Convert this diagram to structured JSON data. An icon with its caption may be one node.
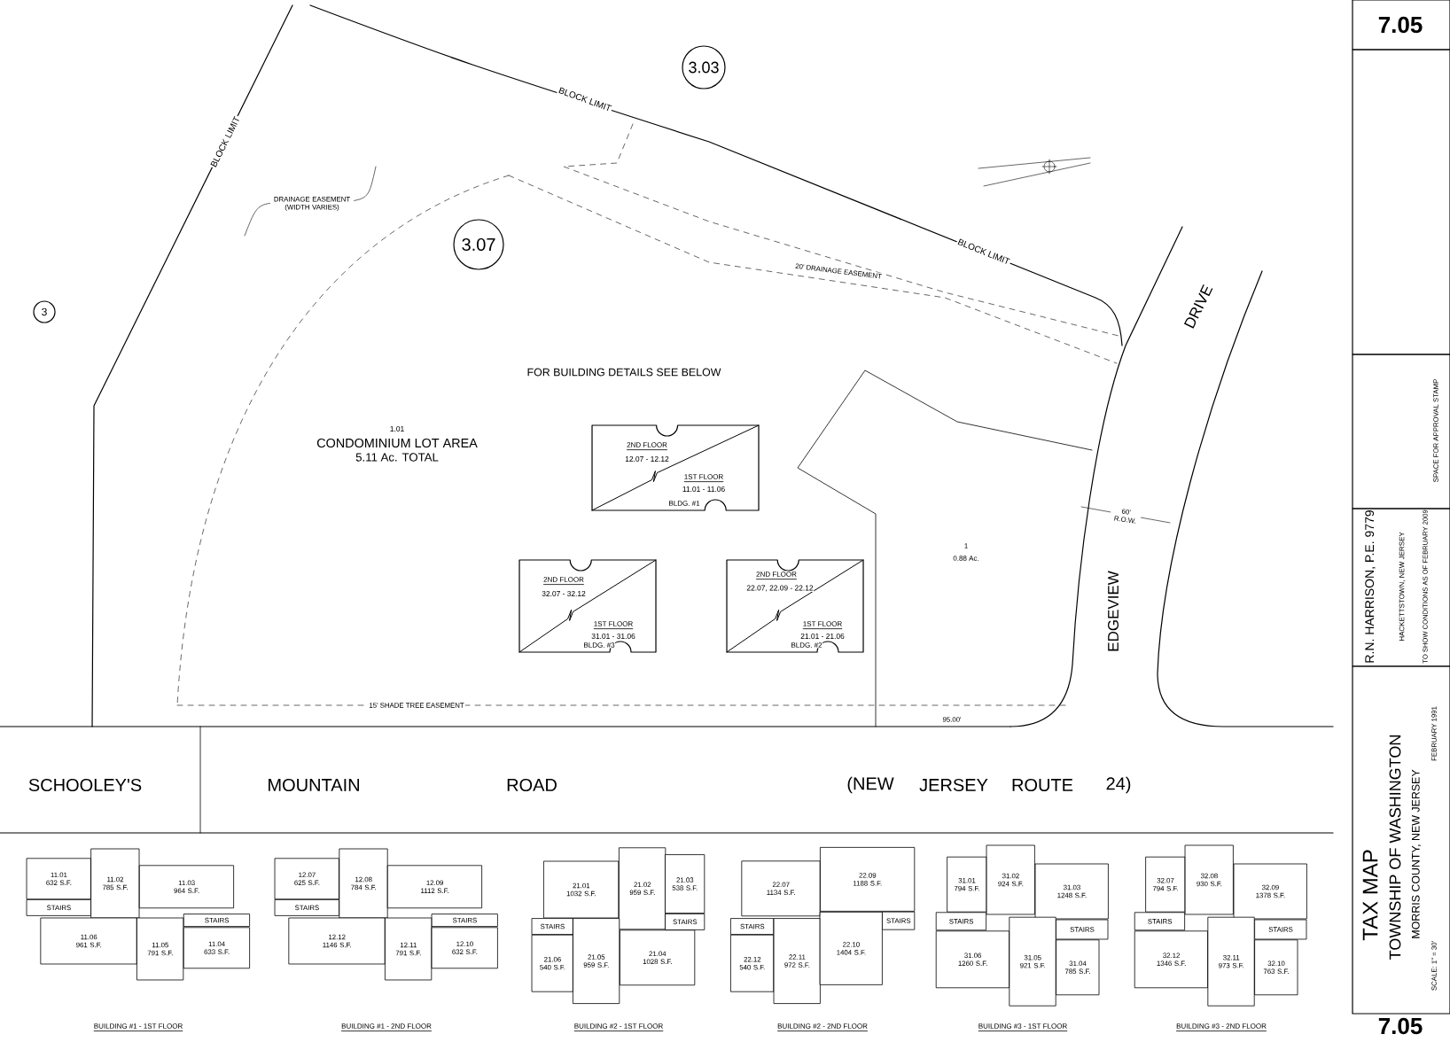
{
  "diagram": {
    "nodes": [
      {
        "text": [
          "3.03"
        ]
      },
      {
        "text": [
          "3.07"
        ]
      },
      {
        "text": [
          "3"
        ]
      },
      {
        "text": [
          "2ND FLOOR",
          "12.07 - 12.12",
          "1ST FLOOR",
          "11.01 - 11.06",
          "BLDG. #1"
        ]
      },
      {
        "text": [
          "2ND FLOOR",
          "32.07 - 32.12",
          "1ST FLOOR",
          "31.01 - 31.06",
          "BLDG. #3"
        ]
      },
      {
        "text": [
          "2ND FLOOR",
          "22.07, 22.09 - 22.12",
          "1ST FLOOR",
          "21.01 - 21.06",
          "BLDG. #2"
        ]
      },
      {
        "text": [
          "11.01 632 S.F."
        ]
      },
      {
        "text": [
          "11.02 785 S.F."
        ]
      },
      {
        "text": [
          "11.03 964 S.F."
        ]
      },
      {
        "text": [
          "STAIRS"
        ]
      },
      {
        "text": [
          "STAIRS"
        ]
      },
      {
        "text": [
          "11.06 961 S.F."
        ]
      },
      {
        "text": [
          "11.05 791 S.F."
        ]
      },
      {
        "text": [
          "11.04 633 S.F."
        ]
      },
      {
        "text": [
          "12.07 625 S.F."
        ]
      },
      {
        "text": [
          "12.08 784 S.F."
        ]
      },
      {
        "text": [
          "12.09 1112 S.F."
        ]
      },
      {
        "text": [
          "STAIRS"
        ]
      },
      {
        "text": [
          "STAIRS"
        ]
      },
      {
        "text": [
          "12.12 1146 S.F."
        ]
      },
      {
        "text": [
          "12.11 791 S.F."
        ]
      },
      {
        "text": [
          "12.10 632 S.F."
        ]
      },
      {
        "text": [
          "21.01 1032 S.F."
        ]
      },
      {
        "text": [
          "21.02 959 S.F."
        ]
      },
      {
        "text": [
          "21.03 538 S.F."
        ]
      },
      {
        "text": [
          "STAIRS"
        ]
      },
      {
        "text": [
          "STAIRS"
        ]
      },
      {
        "text": [
          "21.06 540 S.F."
        ]
      },
      {
        "text": [
          "21.05 959 S.F."
        ]
      },
      {
        "text": [
          "21.04 1028 S.F."
        ]
      },
      {
        "text": [
          "22.07 1134 S.F."
        ]
      },
      {
        "text": [
          "22.09 1188 S.F."
        ]
      },
      {
        "text": [
          "STAIRS"
        ]
      },
      {
        "text": [
          "STAIRS"
        ]
      },
      {
        "text": [
          "22.12 540 S.F."
        ]
      },
      {
        "text": [
          "22.11 972 S.F."
        ]
      },
      {
        "text": [
          "22.10 1404 S.F."
        ]
      },
      {
        "text": [
          "31.01 794 S.F."
        ]
      },
      {
        "text": [
          "31.02 924 S.F."
        ]
      },
      {
        "text": [
          "31.03 1248 S.F."
        ]
      },
      {
        "text": [
          "STAIRS"
        ]
      },
      {
        "text": [
          "STAIRS"
        ]
      },
      {
        "text": [
          "31.06 1260 S.F."
        ]
      },
      {
        "text": [
          "31.05 921 S.F."
        ]
      },
      {
        "text": [
          "31.04 785 S.F."
        ]
      },
      {
        "text": [
          "32.07 794 S.F."
        ]
      },
      {
        "text": [
          "32.08 930 S.F."
        ]
      },
      {
        "text": [
          "32.09 1378 S.F."
        ]
      },
      {
        "text": [
          "STAIRS"
        ]
      },
      {
        "text": [
          "STAIRS"
        ]
      },
      {
        "text": [
          "32.12 1346 S.F."
        ]
      },
      {
        "text": [
          "32.11 973 S.F."
        ]
      },
      {
        "text": [
          "32.10 763 S.F."
        ]
      },
      {
        "text": [
          "7.05"
        ]
      },
      {
        "text": [],
        "shape": "box"
      },
      {
        "text": [
          "SPACE FOR APPROVAL STAMP"
        ]
      },
      {
        "text": [
          "R.N. HARRISON, P.E. 9779",
          "HACKETTSTOWN, NEW JERSEY",
          "TO SHOW CONDITIONS AS OF FEBRUARY 2009"
        ]
      },
      {
        "text": [
          "TAX MAP",
          "TOWNSHIP OF WASHINGTON",
          "MORRIS COUNTY, NEW JERSEY",
          "FEBRUARY 1991",
          "SCALE: 1\" = 30'"
        ]
      }
    ],
    "labels": [
      "BLOCK LIMIT",
      "BLOCK LIMIT",
      "DRAINAGE EASEMENT (WIDTH VARIES)",
      "BLOCK LIMIT",
      "20' DRAINAGE EASEMENT",
      "FOR BUILDING DETAILS SEE BELOW",
      "1.01",
      "CONDOMINIUM LOT AREA",
      "5.11 Ac. TOTAL",
      "DRIVE",
      "60' R.O.W.",
      "1",
      "0.88 Ac.",
      "EDGEVIEW",
      "15' SHADE TREE EASEMENT",
      "95.00'",
      "SCHOOLEY'S",
      "MOUNTAIN",
      "ROAD",
      "(NEW",
      "JERSEY",
      "ROUTE",
      "24)",
      "BUILDING #1 - 1ST FLOOR",
      "BUILDING #1 - 2ND FLOOR",
      "BUILDING #2 - 1ST FLOOR",
      "BUILDING #2 - 2ND FLOOR",
      "BUILDING #3 - 1ST FLOOR",
      "BUILDING #3 - 2ND FLOOR",
      "7.05"
    ]
  }
}
